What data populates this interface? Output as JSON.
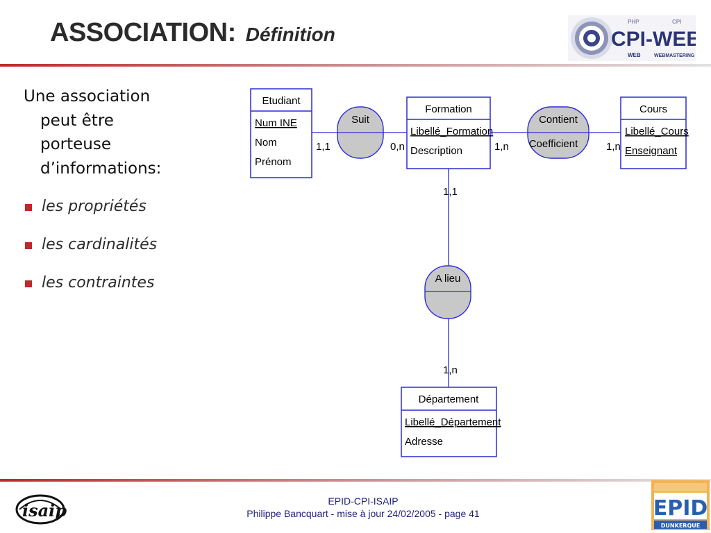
{
  "slide": {
    "title_main": "ASSOCIATION:",
    "title_sub": "Définition"
  },
  "intro_lines": [
    "Une association",
    "peut être",
    "porteuse",
    "d’informations:"
  ],
  "bullets": [
    "les propriétés",
    "les cardinalités",
    "les contraintes"
  ],
  "diagram": {
    "entities": {
      "etudiant": {
        "name": "Etudiant",
        "attributes": [
          "Num INE",
          "Nom",
          "Prénom"
        ]
      },
      "formation": {
        "name": "Formation",
        "attributes": [
          "Libellé_Formation",
          "Description"
        ]
      },
      "cours": {
        "name": "Cours",
        "attributes": [
          "Libellé_Cours",
          "Enseignant"
        ]
      },
      "departement": {
        "name": "Département",
        "attributes": [
          "Libellé_Département",
          "Adresse"
        ]
      }
    },
    "associations": {
      "suit": {
        "name": "Suit",
        "property": ""
      },
      "contient": {
        "name": "Contient",
        "property": "Coefficient"
      },
      "alieu": {
        "name": "A lieu",
        "property": ""
      }
    },
    "cardinalities": {
      "etudiant_suit": "1,1",
      "formation_suit": "0,n",
      "formation_contient": "1,n",
      "cours_contient": "1,n",
      "formation_alieu": "1,1",
      "departement_alieu": "1,n"
    }
  },
  "logos": {
    "cpiweb": {
      "text": "CPI-WEB",
      "tag_php": "PHP",
      "tag_cpi": "CPI",
      "tag_web": "WEB",
      "tag_webmastering": "WEBMASTERING"
    },
    "isaip": {
      "text": "isaip"
    },
    "epid": {
      "text": "EPID",
      "subtext": "DUNKERQUE"
    }
  },
  "footer": {
    "line1": "EPID-CPI-ISAIP",
    "line2": "Philippe Bancquart  - mise à jour 24/02/2005 - page 41"
  },
  "colors": {
    "accent": "#c0282b",
    "diagram_line": "#2b2bd6",
    "association_fill": "#c8c8c8",
    "footer_text": "#1f1f7a"
  }
}
